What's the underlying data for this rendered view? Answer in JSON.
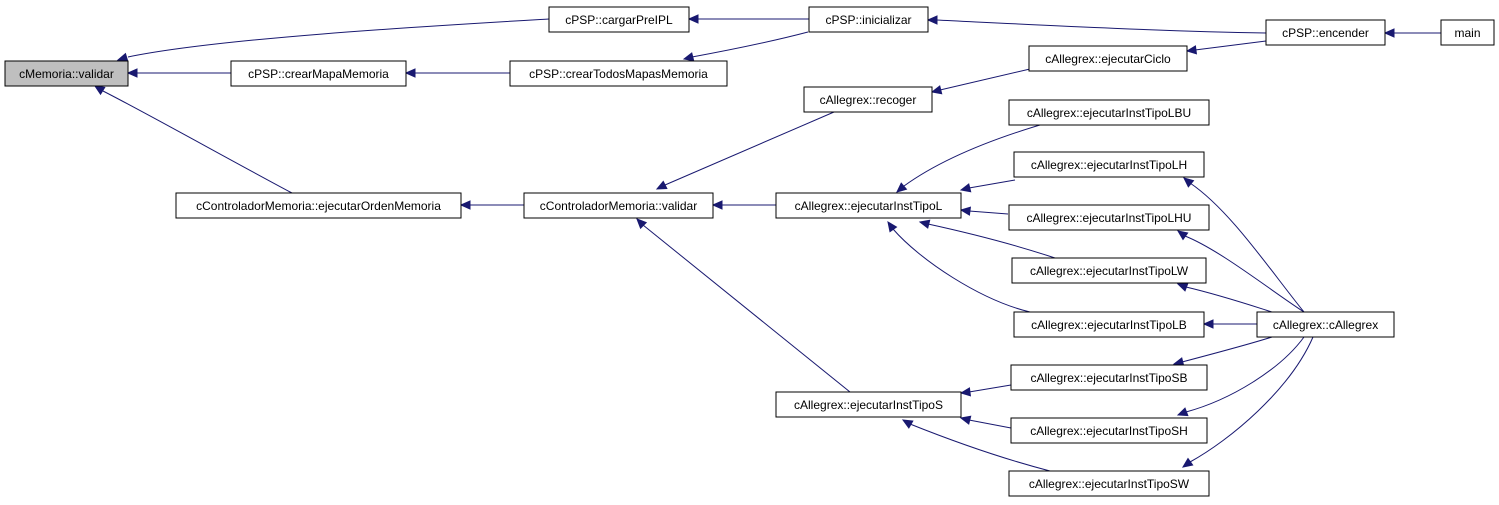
{
  "colors": {
    "edge": "#191970",
    "node_fill": "#ffffff",
    "root_fill": "#bfbfbf",
    "border": "#000000"
  },
  "nodes": {
    "memoria_validar": "cMemoria::validar",
    "cargar_prelpl": "cPSP::cargarPreIPL",
    "inicializar": "cPSP::inicializar",
    "encender": "cPSP::encender",
    "main": "main",
    "crear_mapa": "cPSP::crearMapaMemoria",
    "crear_todos": "cPSP::crearTodosMapasMemoria",
    "ejecutar_ciclo": "cAllegrex::ejecutarCiclo",
    "recoger": "cAllegrex::recoger",
    "ejecutar_orden": "cControladorMemoria::ejecutarOrdenMemoria",
    "ctrl_validar": "cControladorMemoria::validar",
    "tipo_l": "cAllegrex::ejecutarInstTipoL",
    "tipo_lbu": "cAllegrex::ejecutarInstTipoLBU",
    "tipo_lh": "cAllegrex::ejecutarInstTipoLH",
    "tipo_lhu": "cAllegrex::ejecutarInstTipoLHU",
    "tipo_lw": "cAllegrex::ejecutarInstTipoLW",
    "tipo_lb": "cAllegrex::ejecutarInstTipoLB",
    "callegrex": "cAllegrex::cAllegrex",
    "tipo_s": "cAllegrex::ejecutarInstTipoS",
    "tipo_sb": "cAllegrex::ejecutarInstTipoSB",
    "tipo_sh": "cAllegrex::ejecutarInstTipoSH",
    "tipo_sw": "cAllegrex::ejecutarInstTipoSW"
  },
  "edges": [
    [
      "cargar_prelpl",
      "memoria_validar"
    ],
    [
      "crear_mapa",
      "memoria_validar"
    ],
    [
      "ejecutar_orden",
      "memoria_validar"
    ],
    [
      "inicializar",
      "cargar_prelpl"
    ],
    [
      "encender",
      "inicializar"
    ],
    [
      "main",
      "encender"
    ],
    [
      "crear_todos",
      "crear_mapa"
    ],
    [
      "inicializar",
      "crear_todos"
    ],
    [
      "encender",
      "ejecutar_ciclo"
    ],
    [
      "ejecutar_ciclo",
      "recoger"
    ],
    [
      "ctrl_validar",
      "ejecutar_orden"
    ],
    [
      "recoger",
      "ctrl_validar"
    ],
    [
      "tipo_l",
      "ctrl_validar"
    ],
    [
      "tipo_s",
      "ctrl_validar"
    ],
    [
      "tipo_lbu",
      "tipo_l"
    ],
    [
      "tipo_lh",
      "tipo_l"
    ],
    [
      "tipo_lhu",
      "tipo_l"
    ],
    [
      "tipo_lw",
      "tipo_l"
    ],
    [
      "tipo_lb",
      "tipo_l"
    ],
    [
      "callegrex",
      "tipo_lh"
    ],
    [
      "callegrex",
      "tipo_lhu"
    ],
    [
      "callegrex",
      "tipo_lw"
    ],
    [
      "callegrex",
      "tipo_lb"
    ],
    [
      "callegrex",
      "tipo_sb"
    ],
    [
      "callegrex",
      "tipo_sh"
    ],
    [
      "callegrex",
      "tipo_sw"
    ],
    [
      "tipo_sb",
      "tipo_s"
    ],
    [
      "tipo_sh",
      "tipo_s"
    ],
    [
      "tipo_sw",
      "tipo_s"
    ]
  ]
}
